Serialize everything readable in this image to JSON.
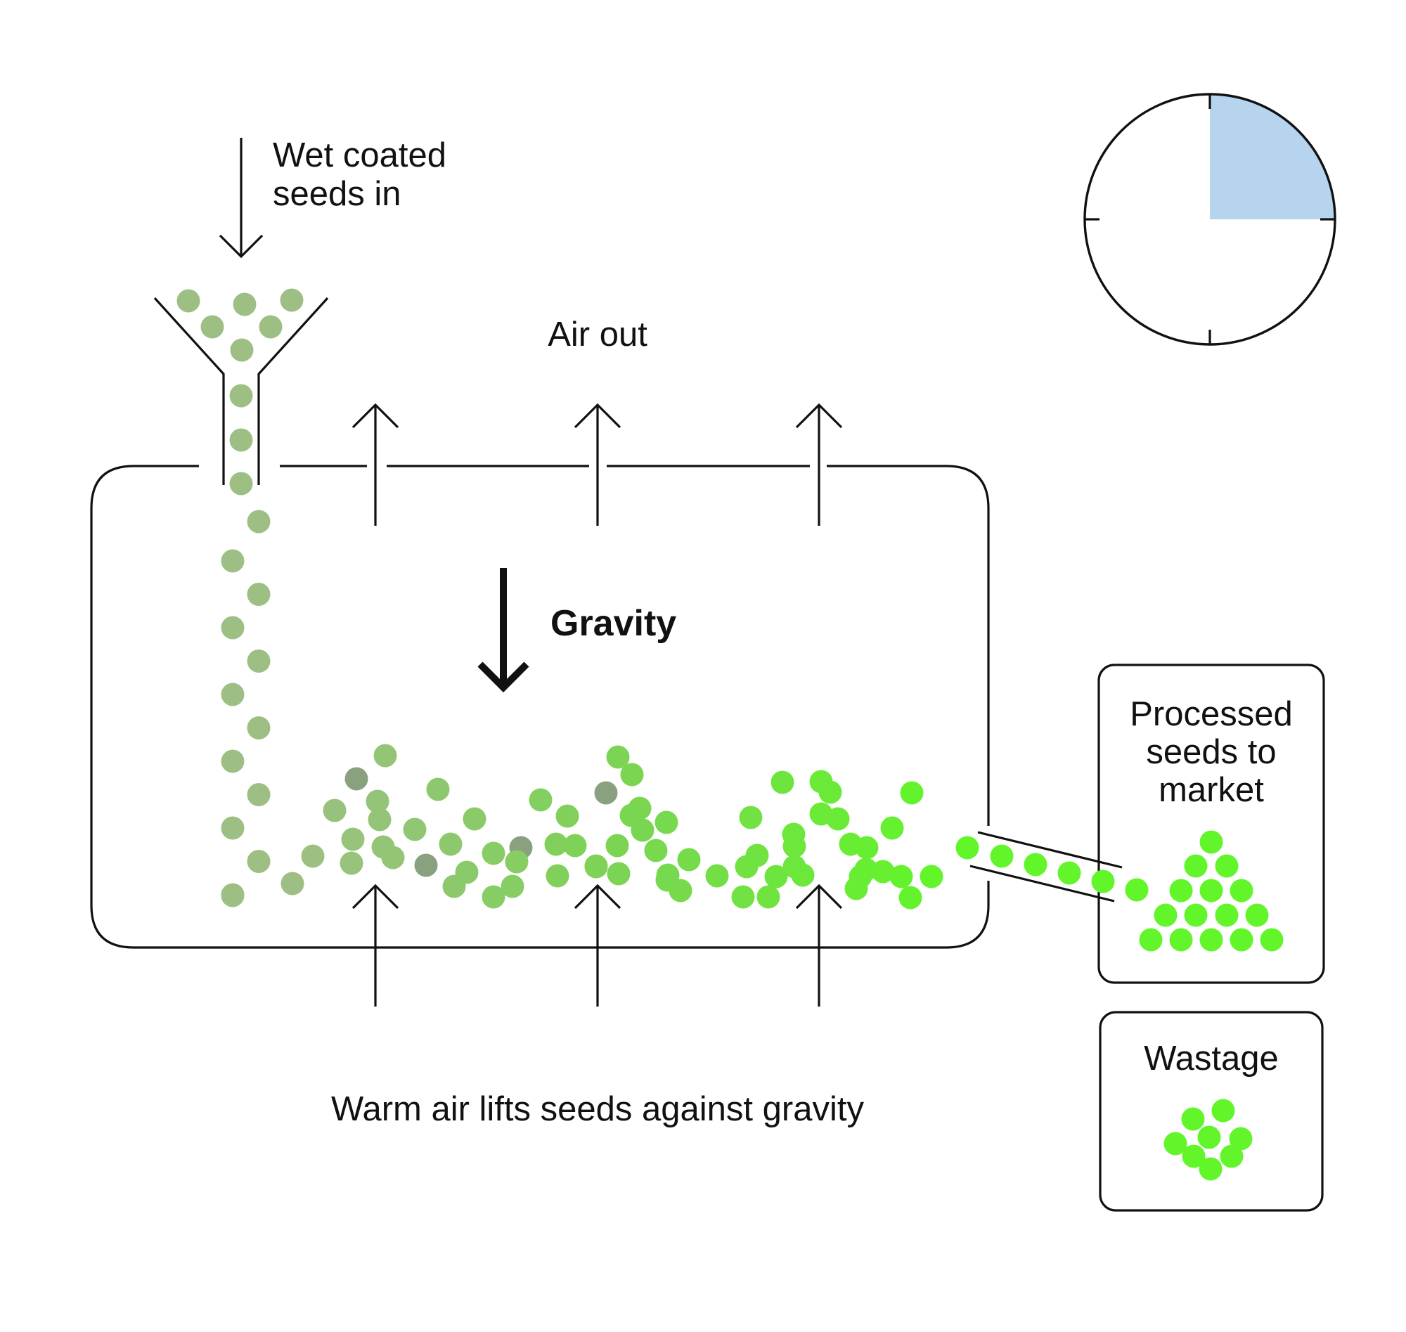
{
  "labels": {
    "wet_in_line1": "Wet coated",
    "wet_in_line2": "seeds in",
    "air_out": "Air out",
    "gravity": "Gravity",
    "warm_air": "Warm air lifts seeds against gravity",
    "processed_line1": "Processed",
    "processed_line2": "seeds to",
    "processed_line3": "market",
    "wastage": "Wastage"
  },
  "timer": {
    "elapsed_fraction": 0.25,
    "fill_color": "#b6d4ee"
  },
  "colors": {
    "wet_seed": "#9dbf84",
    "dark_seed": "#8aa180",
    "drying_seed": "#7cd354",
    "dry_seed": "#62f52a",
    "stroke": "#111111"
  }
}
